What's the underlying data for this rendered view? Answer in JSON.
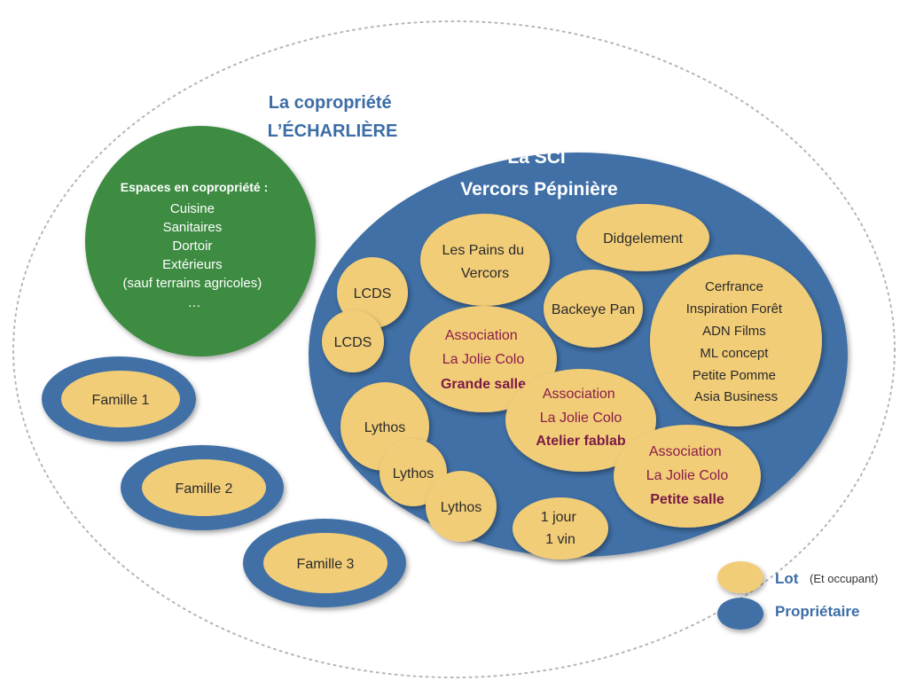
{
  "colors": {
    "lot": "#f2cd78",
    "lot_stroke": "#e3b95c",
    "owner": "#3f6fa6",
    "common": "#3c8c43",
    "association": "#8a1c4a",
    "title": "#3c6da6"
  },
  "copro": {
    "title_line1": "La copropriété",
    "title_line2": "L’ÉCHARLIÈRE"
  },
  "common_spaces": {
    "heading": "Espaces en copropriété :",
    "items": [
      "Cuisine",
      "Sanitaires",
      "Dortoir",
      "Extérieurs",
      "(sauf terrains agricoles)",
      "…"
    ]
  },
  "sci": {
    "title_line1": "La SCI",
    "title_line2": "Vercors Pépinière"
  },
  "lots": {
    "pains_line1": "Les Pains du",
    "pains_line2": "Vercors",
    "didgelement": "Didgelement",
    "lcds_1": "LCDS",
    "lcds_2": "LCDS",
    "backeye": "Backeye Pan",
    "cluster": [
      "Cerfrance",
      "Inspiration Forêt",
      "ADN Films",
      "ML concept",
      "Petite Pomme",
      "Asia Business"
    ],
    "lythos_1": "Lythos",
    "lythos_2": "Lythos",
    "lythos_3": "Lythos",
    "jour_line1": "1 jour",
    "jour_line2": "1 vin"
  },
  "associations": {
    "grande": {
      "line1": "Association",
      "line2": "La Jolie Colo",
      "room": "Grande salle"
    },
    "fablab": {
      "line1": "Association",
      "line2": "La Jolie Colo",
      "room": "Atelier fablab"
    },
    "petite": {
      "line1": "Association",
      "line2": "La Jolie Colo",
      "room": "Petite salle"
    }
  },
  "families": [
    "Famille 1",
    "Famille 2",
    "Famille 3"
  ],
  "legend": {
    "lot_label": "Lot",
    "lot_note": "(Et occupant)",
    "owner_label": "Propriétaire"
  }
}
